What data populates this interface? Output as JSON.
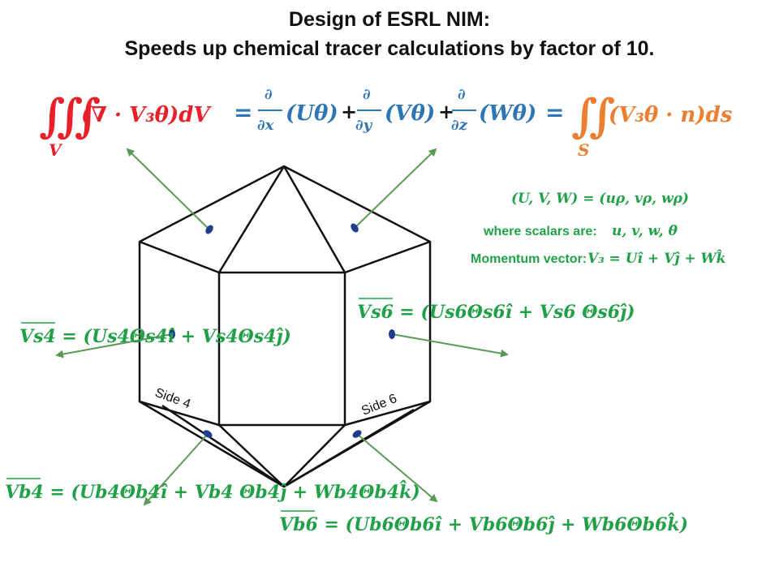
{
  "title": {
    "line1": "Design of ESRL NIM:",
    "line2": "Speeds up chemical tracer calculations by factor of 10."
  },
  "equation": {
    "triple_integral": "∭",
    "volume_sub": "V",
    "lhs": "(∇ · V₃θ)dV",
    "eq1": "=",
    "partial": "∂",
    "dx": "∂x",
    "dy": "∂y",
    "dz": "∂z",
    "term_u": "(Uθ)",
    "term_v": "(Vθ)",
    "term_w": "(Wθ)",
    "plus": "+",
    "eq2": "=",
    "double_integral": "∬",
    "surface_sub": "S",
    "rhs": "(V₃θ · n)ds"
  },
  "info": {
    "line1": "(U, V, W) = (uρ, vρ, wρ)",
    "line2_label": "where scalars are:",
    "line2_value": "u, v, w, θ",
    "line3_label": "Momentum vector:",
    "line3_value": "V₃ = Uî + Vĵ + Wk̂"
  },
  "vectors": {
    "vs4": "Vs4 = (Us4Θs4î + Vs4Θs4ĵ)",
    "vs6": "Vs6 = (Us6Θs6î + Vs6 Θs6ĵ)",
    "vb4": "Vb4 = (Ub4Θb4î + Vb4 Θb4ĵ + Wb4Θb4k̂)",
    "vb6": "Vb6 = (Ub6Θb6î + Vb6Θb6ĵ + Wb6Θb6k̂)"
  },
  "labels": {
    "side4": "Side 4",
    "side6": "Side 6"
  },
  "colors": {
    "red": "#e8202a",
    "blue": "#2e75b6",
    "orange": "#ed7d31",
    "green": "#21a048",
    "arrow": "#5b9a56",
    "dot": "#1f3d8c",
    "title": "#111111"
  }
}
